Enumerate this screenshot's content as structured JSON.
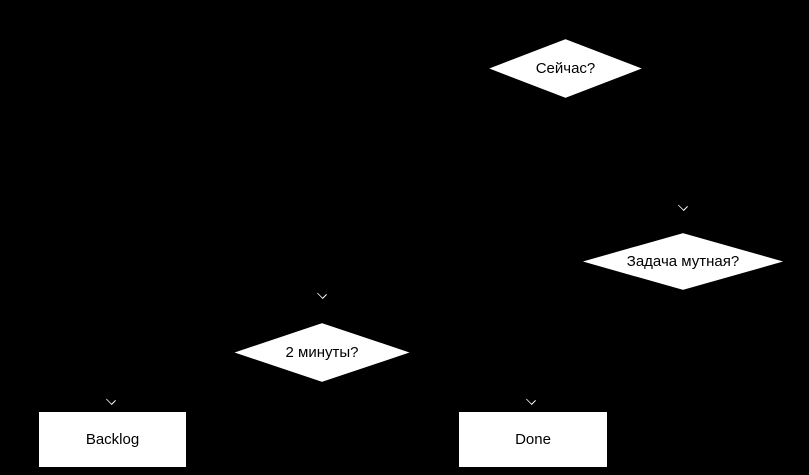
{
  "canvas": {
    "background_color": "#000000"
  },
  "diagram": {
    "type": "flowchart",
    "node_fill_color": "#ffffff",
    "node_border_color": "#000000",
    "text_color": "#000000",
    "nodes": [
      {
        "id": "now",
        "shape": "diamond",
        "label": "Сейчас?"
      },
      {
        "id": "task-unclear",
        "shape": "diamond",
        "label": "Задача мутная?"
      },
      {
        "id": "two-minutes",
        "shape": "diamond",
        "label": "2 минуты?"
      },
      {
        "id": "backlog",
        "shape": "rectangle",
        "label": "Backlog"
      },
      {
        "id": "done",
        "shape": "rectangle",
        "label": "Done"
      }
    ],
    "icons": {
      "arrowhead": "chevron-down"
    }
  }
}
